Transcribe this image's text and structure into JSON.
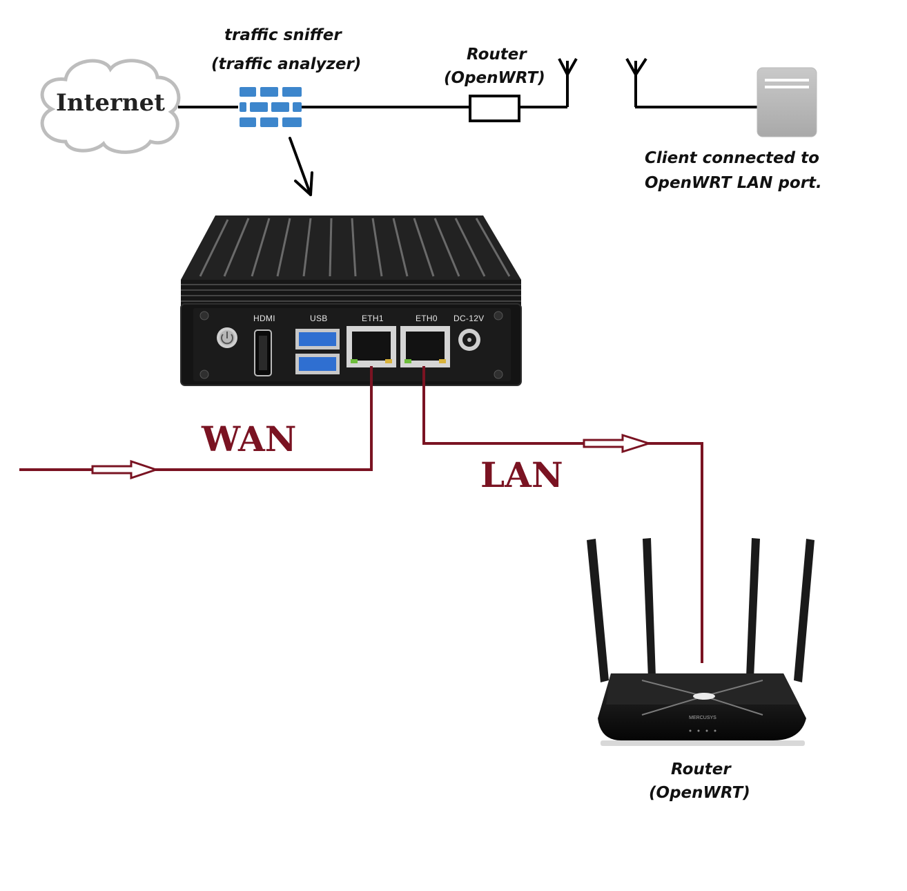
{
  "labels": {
    "internet": "Internet",
    "sniffer_line1": "traffic sniffer",
    "sniffer_line2": "(traffic analyzer)",
    "router_top_line1": "Router",
    "router_top_line2": "(OpenWRT)",
    "client_line1": "Client connected to",
    "client_line2": "OpenWRT LAN port.",
    "wan": "WAN",
    "lan": "LAN",
    "router_bottom_line1": "Router",
    "router_bottom_line2": "(OpenWRT)"
  },
  "device_ports": {
    "hdmi": "HDMI",
    "usb": "USB",
    "eth1": "ETH1",
    "eth0": "ETH0",
    "dc": "DC-12V"
  },
  "router_brand": "MERCUSYS",
  "colors": {
    "cable": "#7a1322",
    "firewall_brick": "#3d86cc",
    "device_body": "#1a1a1a",
    "line": "#000000"
  },
  "icons": [
    "cloud-icon",
    "firewall-icon",
    "resistor-router-icon",
    "antenna-icon",
    "server-icon",
    "mini-pc-icon",
    "wifi-router-icon"
  ]
}
